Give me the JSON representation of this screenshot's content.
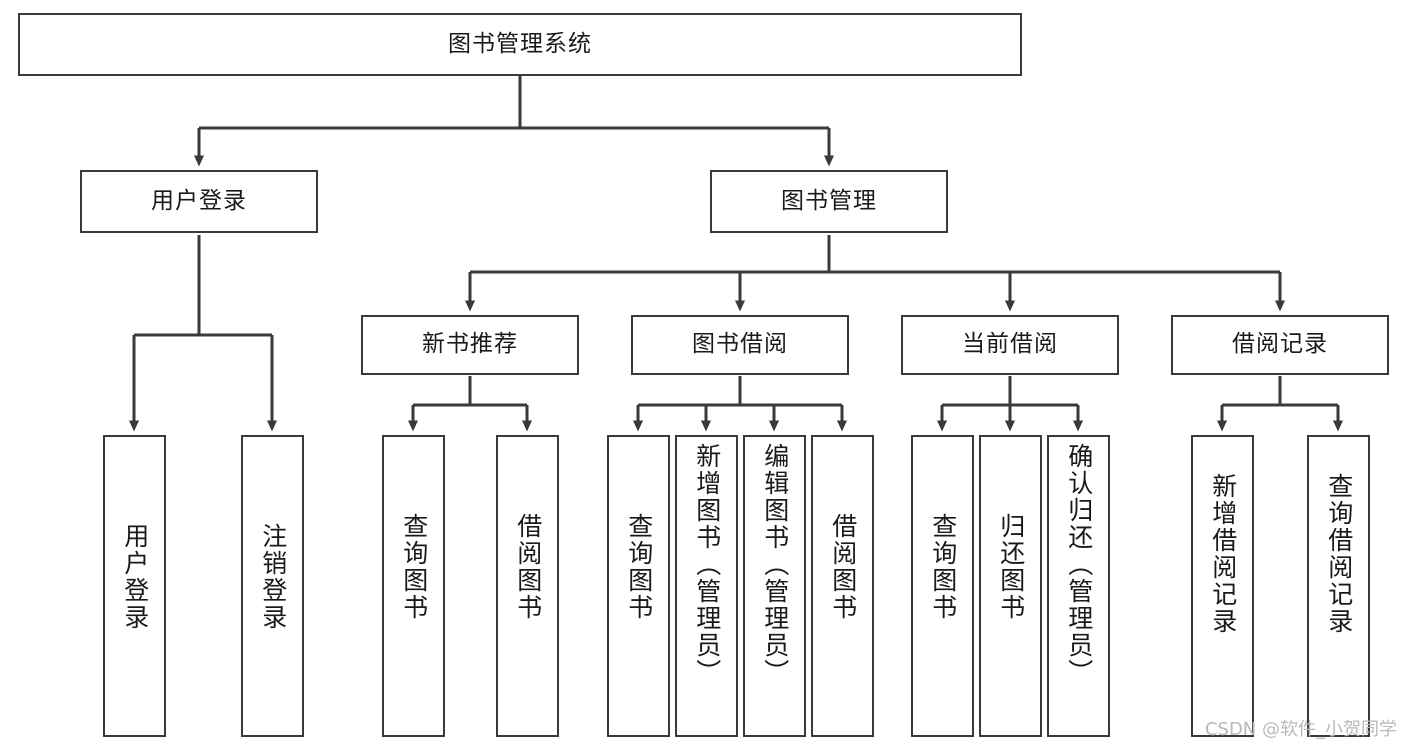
{
  "diagram": {
    "title": "图书管理系统",
    "type": "tree",
    "watermark": "CSDN @软件_小贺同学",
    "colors": {
      "box_border": "#3a3a3a",
      "box_fill": "#ffffff",
      "connector": "#3a3a3a",
      "text": "#1a1a1a",
      "watermark": "#b9b9b9",
      "background": "#ffffff"
    },
    "levels": {
      "root": "图书管理系统",
      "level2": [
        "用户登录",
        "图书管理"
      ],
      "level3": [
        "新书推荐",
        "图书借阅",
        "当前借阅",
        "借阅记录"
      ]
    },
    "nodes": {
      "root": {
        "label": "图书管理系统"
      },
      "user_login": {
        "label": "用户登录"
      },
      "book_manage": {
        "label": "图书管理"
      },
      "new_book_rec": {
        "label": "新书推荐"
      },
      "book_borrow": {
        "label": "图书借阅"
      },
      "current_borrow": {
        "label": "当前借阅"
      },
      "borrow_record": {
        "label": "借阅记录"
      },
      "leaf_user_login": {
        "label": "用户登录"
      },
      "leaf_user_logout": {
        "label": "注销登录"
      },
      "leaf_query_book_1": {
        "label": "查询图书"
      },
      "leaf_borrow_book_1": {
        "label": "借阅图书"
      },
      "leaf_query_book_2": {
        "label": "查询图书"
      },
      "leaf_add_book": {
        "label": "新增图书（管理员）"
      },
      "leaf_edit_book": {
        "label": "编辑图书（管理员）"
      },
      "leaf_borrow_book_2": {
        "label": "借阅图书"
      },
      "leaf_query_book_3": {
        "label": "查询图书"
      },
      "leaf_return_book": {
        "label": "归还图书"
      },
      "leaf_confirm_return": {
        "label": "确认归还（管理员）"
      },
      "leaf_add_record": {
        "label": "新增借阅记录"
      },
      "leaf_query_record": {
        "label": "查询借阅记录"
      }
    },
    "edges": [
      {
        "from": "图书管理系统",
        "to": "用户登录"
      },
      {
        "from": "图书管理系统",
        "to": "图书管理"
      },
      {
        "from": "用户登录",
        "to": "用户登录"
      },
      {
        "from": "用户登录",
        "to": "注销登录"
      },
      {
        "from": "图书管理",
        "to": "新书推荐"
      },
      {
        "from": "图书管理",
        "to": "图书借阅"
      },
      {
        "from": "图书管理",
        "to": "当前借阅"
      },
      {
        "from": "图书管理",
        "to": "借阅记录"
      },
      {
        "from": "新书推荐",
        "to": "查询图书"
      },
      {
        "from": "新书推荐",
        "to": "借阅图书"
      },
      {
        "from": "图书借阅",
        "to": "查询图书"
      },
      {
        "from": "图书借阅",
        "to": "新增图书（管理员）"
      },
      {
        "from": "图书借阅",
        "to": "编辑图书（管理员）"
      },
      {
        "from": "图书借阅",
        "to": "借阅图书"
      },
      {
        "from": "当前借阅",
        "to": "查询图书"
      },
      {
        "from": "当前借阅",
        "to": "归还图书"
      },
      {
        "from": "当前借阅",
        "to": "确认归还（管理员）"
      },
      {
        "from": "借阅记录",
        "to": "新增借阅记录"
      },
      {
        "from": "借阅记录",
        "to": "查询借阅记录"
      }
    ]
  }
}
